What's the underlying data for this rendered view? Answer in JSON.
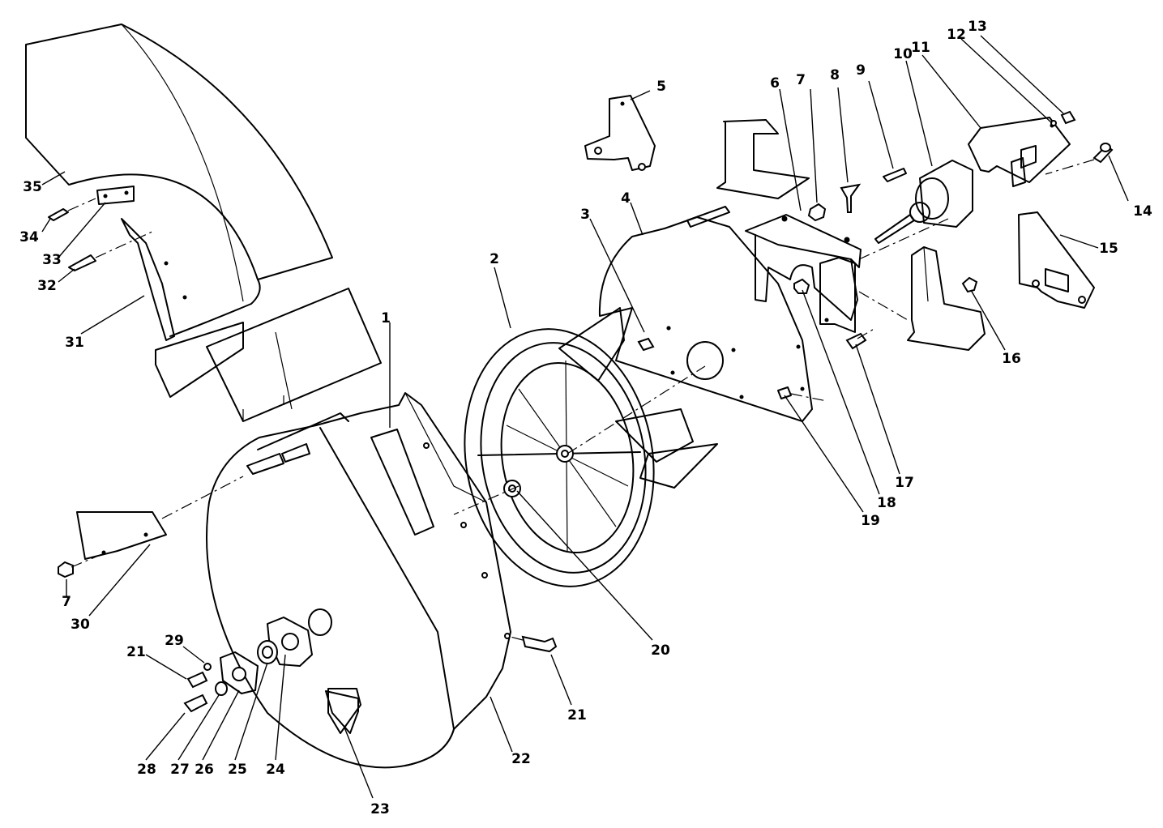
{
  "callouts": [
    {
      "id": "c1",
      "text": "1"
    },
    {
      "id": "c2",
      "text": "2"
    },
    {
      "id": "c3",
      "text": "3"
    },
    {
      "id": "c4",
      "text": "4"
    },
    {
      "id": "c5",
      "text": "5"
    },
    {
      "id": "c6",
      "text": "6"
    },
    {
      "id": "c7a",
      "text": "7"
    },
    {
      "id": "c7b",
      "text": "7"
    },
    {
      "id": "c8",
      "text": "8"
    },
    {
      "id": "c9",
      "text": "9"
    },
    {
      "id": "c10",
      "text": "10"
    },
    {
      "id": "c11",
      "text": "11"
    },
    {
      "id": "c12",
      "text": "12"
    },
    {
      "id": "c13",
      "text": "13"
    },
    {
      "id": "c14",
      "text": "14"
    },
    {
      "id": "c15",
      "text": "15"
    },
    {
      "id": "c16",
      "text": "16"
    },
    {
      "id": "c17",
      "text": "17"
    },
    {
      "id": "c18",
      "text": "18"
    },
    {
      "id": "c19",
      "text": "19"
    },
    {
      "id": "c20",
      "text": "20"
    },
    {
      "id": "c21a",
      "text": "21"
    },
    {
      "id": "c21b",
      "text": "21"
    },
    {
      "id": "c22",
      "text": "22"
    },
    {
      "id": "c23",
      "text": "23"
    },
    {
      "id": "c24",
      "text": "24"
    },
    {
      "id": "c25",
      "text": "25"
    },
    {
      "id": "c26",
      "text": "26"
    },
    {
      "id": "c27",
      "text": "27"
    },
    {
      "id": "c28",
      "text": "28"
    },
    {
      "id": "c29",
      "text": "29"
    },
    {
      "id": "c30",
      "text": "30"
    },
    {
      "id": "c31",
      "text": "31"
    },
    {
      "id": "c32",
      "text": "32"
    },
    {
      "id": "c33",
      "text": "33"
    },
    {
      "id": "c34",
      "text": "34"
    },
    {
      "id": "c35",
      "text": "35"
    }
  ]
}
